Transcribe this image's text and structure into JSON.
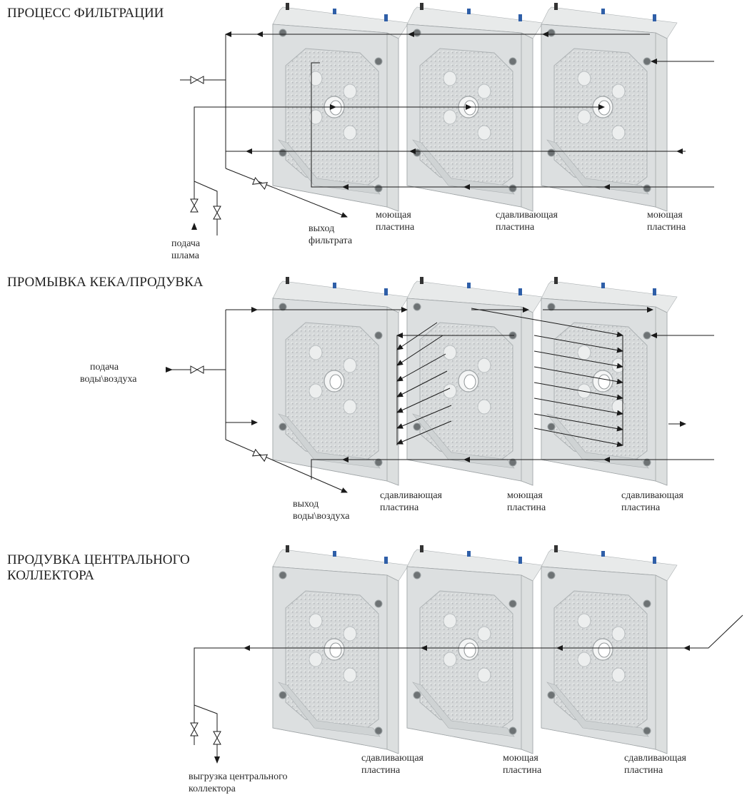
{
  "colors": {
    "plate_face": "#d9dcdc",
    "plate_side": "#bfc3c4",
    "plate_top": "#e9ebeb",
    "line": "#1a1a1a",
    "connector_blue": "#2f5fa8",
    "connector_dark": "#333333"
  },
  "sections": [
    {
      "title": "ПРОЦЕСС ФИЛЬТРАЦИИ",
      "labels": {
        "feed_line1": "подача",
        "feed_line2": "шлама",
        "outlet_line1": "выход",
        "outlet_line2": "фильтрата",
        "plate1_line1": "моющая",
        "plate1_line2": "пластина",
        "plate2_line1": "сдавливающая",
        "plate2_line2": "пластина",
        "plate3_line1": "моющая",
        "plate3_line2": "пластина"
      }
    },
    {
      "title": "ПРОМЫВКА КЕКА/ПРОДУВКА",
      "labels": {
        "feed_line1": "подача",
        "feed_line2": "воды\\воздуха",
        "outlet_line1": "выход",
        "outlet_line2": "воды\\воздуха",
        "plate1_line1": "сдавливающая",
        "plate1_line2": "пластина",
        "plate2_line1": "моющая",
        "plate2_line2": "пластина",
        "plate3_line1": "сдавливающая",
        "plate3_line2": "пластина"
      }
    },
    {
      "title_line1": "ПРОДУВКА ЦЕНТРАЛЬНОГО",
      "title_line2": "КОЛЛЕКТОРА",
      "labels": {
        "outlet_line1": "выгрузка центрального",
        "outlet_line2": "коллектора",
        "plate1_line1": "сдавливающая",
        "plate1_line2": "пластина",
        "plate2_line1": "моющая",
        "plate2_line2": "пластина",
        "plate3_line1": "сдавливающая",
        "plate3_line2": "пластина"
      }
    }
  ]
}
